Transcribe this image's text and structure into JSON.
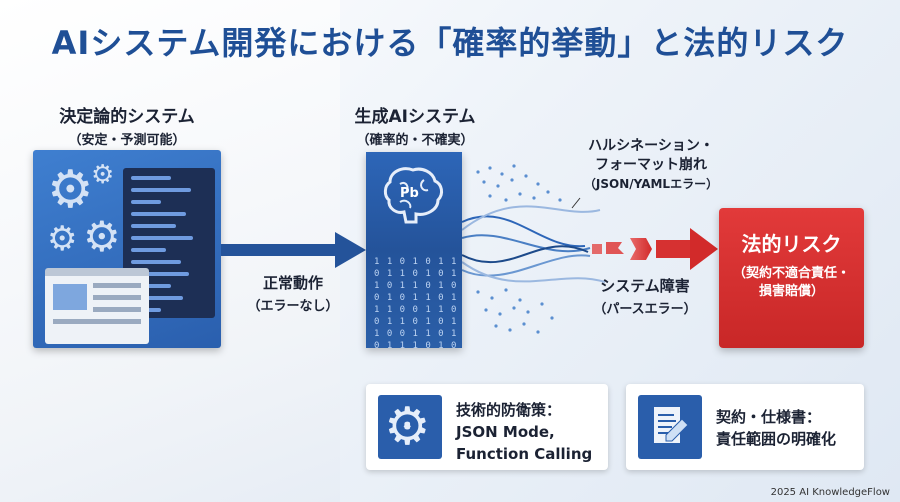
{
  "title": "AIシステム開発における「確率的挙動」と法的リスク",
  "deterministic": {
    "title": "決定論的システム",
    "subtitle": "（安定・予測可能）"
  },
  "generative": {
    "title": "生成AIシステム",
    "subtitle": "（確率的・不確実）",
    "brain_label": "Pb",
    "binary": "1 1 0 1 0 1 1\n0 1 1 0 1 0 1\n1 0 1 1 0 1 0\n0 1 0 1 1 0 1\n1 1 0 0 1 1 0\n0 1 1 0 1 0 1\n1 0 0 1 1 0 1\n0 1 1 1 0 1 0"
  },
  "normal_operation": {
    "title": "正常動作",
    "subtitle": "（エラーなし）"
  },
  "hallucination": {
    "line1": "ハルシネーション・",
    "line2": "フォーマット崩れ",
    "line3": "（JSON/YAMLエラー）"
  },
  "system_failure": {
    "title": "システム障害",
    "subtitle": "（パースエラー）"
  },
  "legal_risk": {
    "title": "法的リスク",
    "line1": "（契約不適合責任・",
    "line2": "損害賠償）"
  },
  "card_tech": {
    "line1": "技術的防衛策：",
    "line2": "JSON Mode,",
    "line3": "Function Calling"
  },
  "card_contract": {
    "line1": "契約・仕様書：",
    "line2": "責任範囲の明確化"
  },
  "footer": "2025 AI KnowledgeFlow",
  "colors": {
    "primary": "#1f4f96",
    "panel_blue": "#2a5eab",
    "risk_red": "#d63131"
  },
  "icons": {
    "left_panel": "gears-code-icon",
    "ai_panel": "brain-icon",
    "card_tech": "gear-code-icon",
    "card_contract": "document-pen-icon"
  }
}
